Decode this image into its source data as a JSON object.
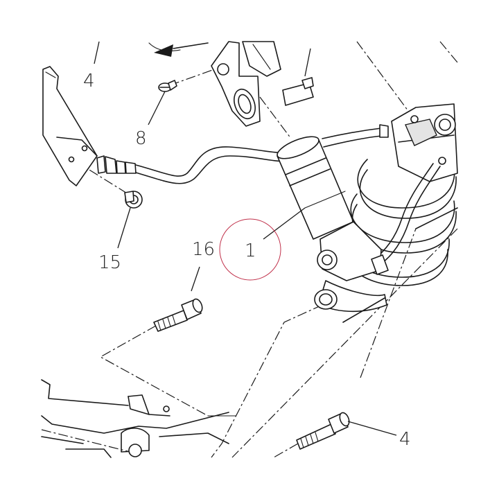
{
  "callouts": {
    "c4_top": "4",
    "c8": "8",
    "c15": "15",
    "c16": "16",
    "c1": "1",
    "c4_bottom": "4"
  },
  "highlight_color": "#c0304a"
}
